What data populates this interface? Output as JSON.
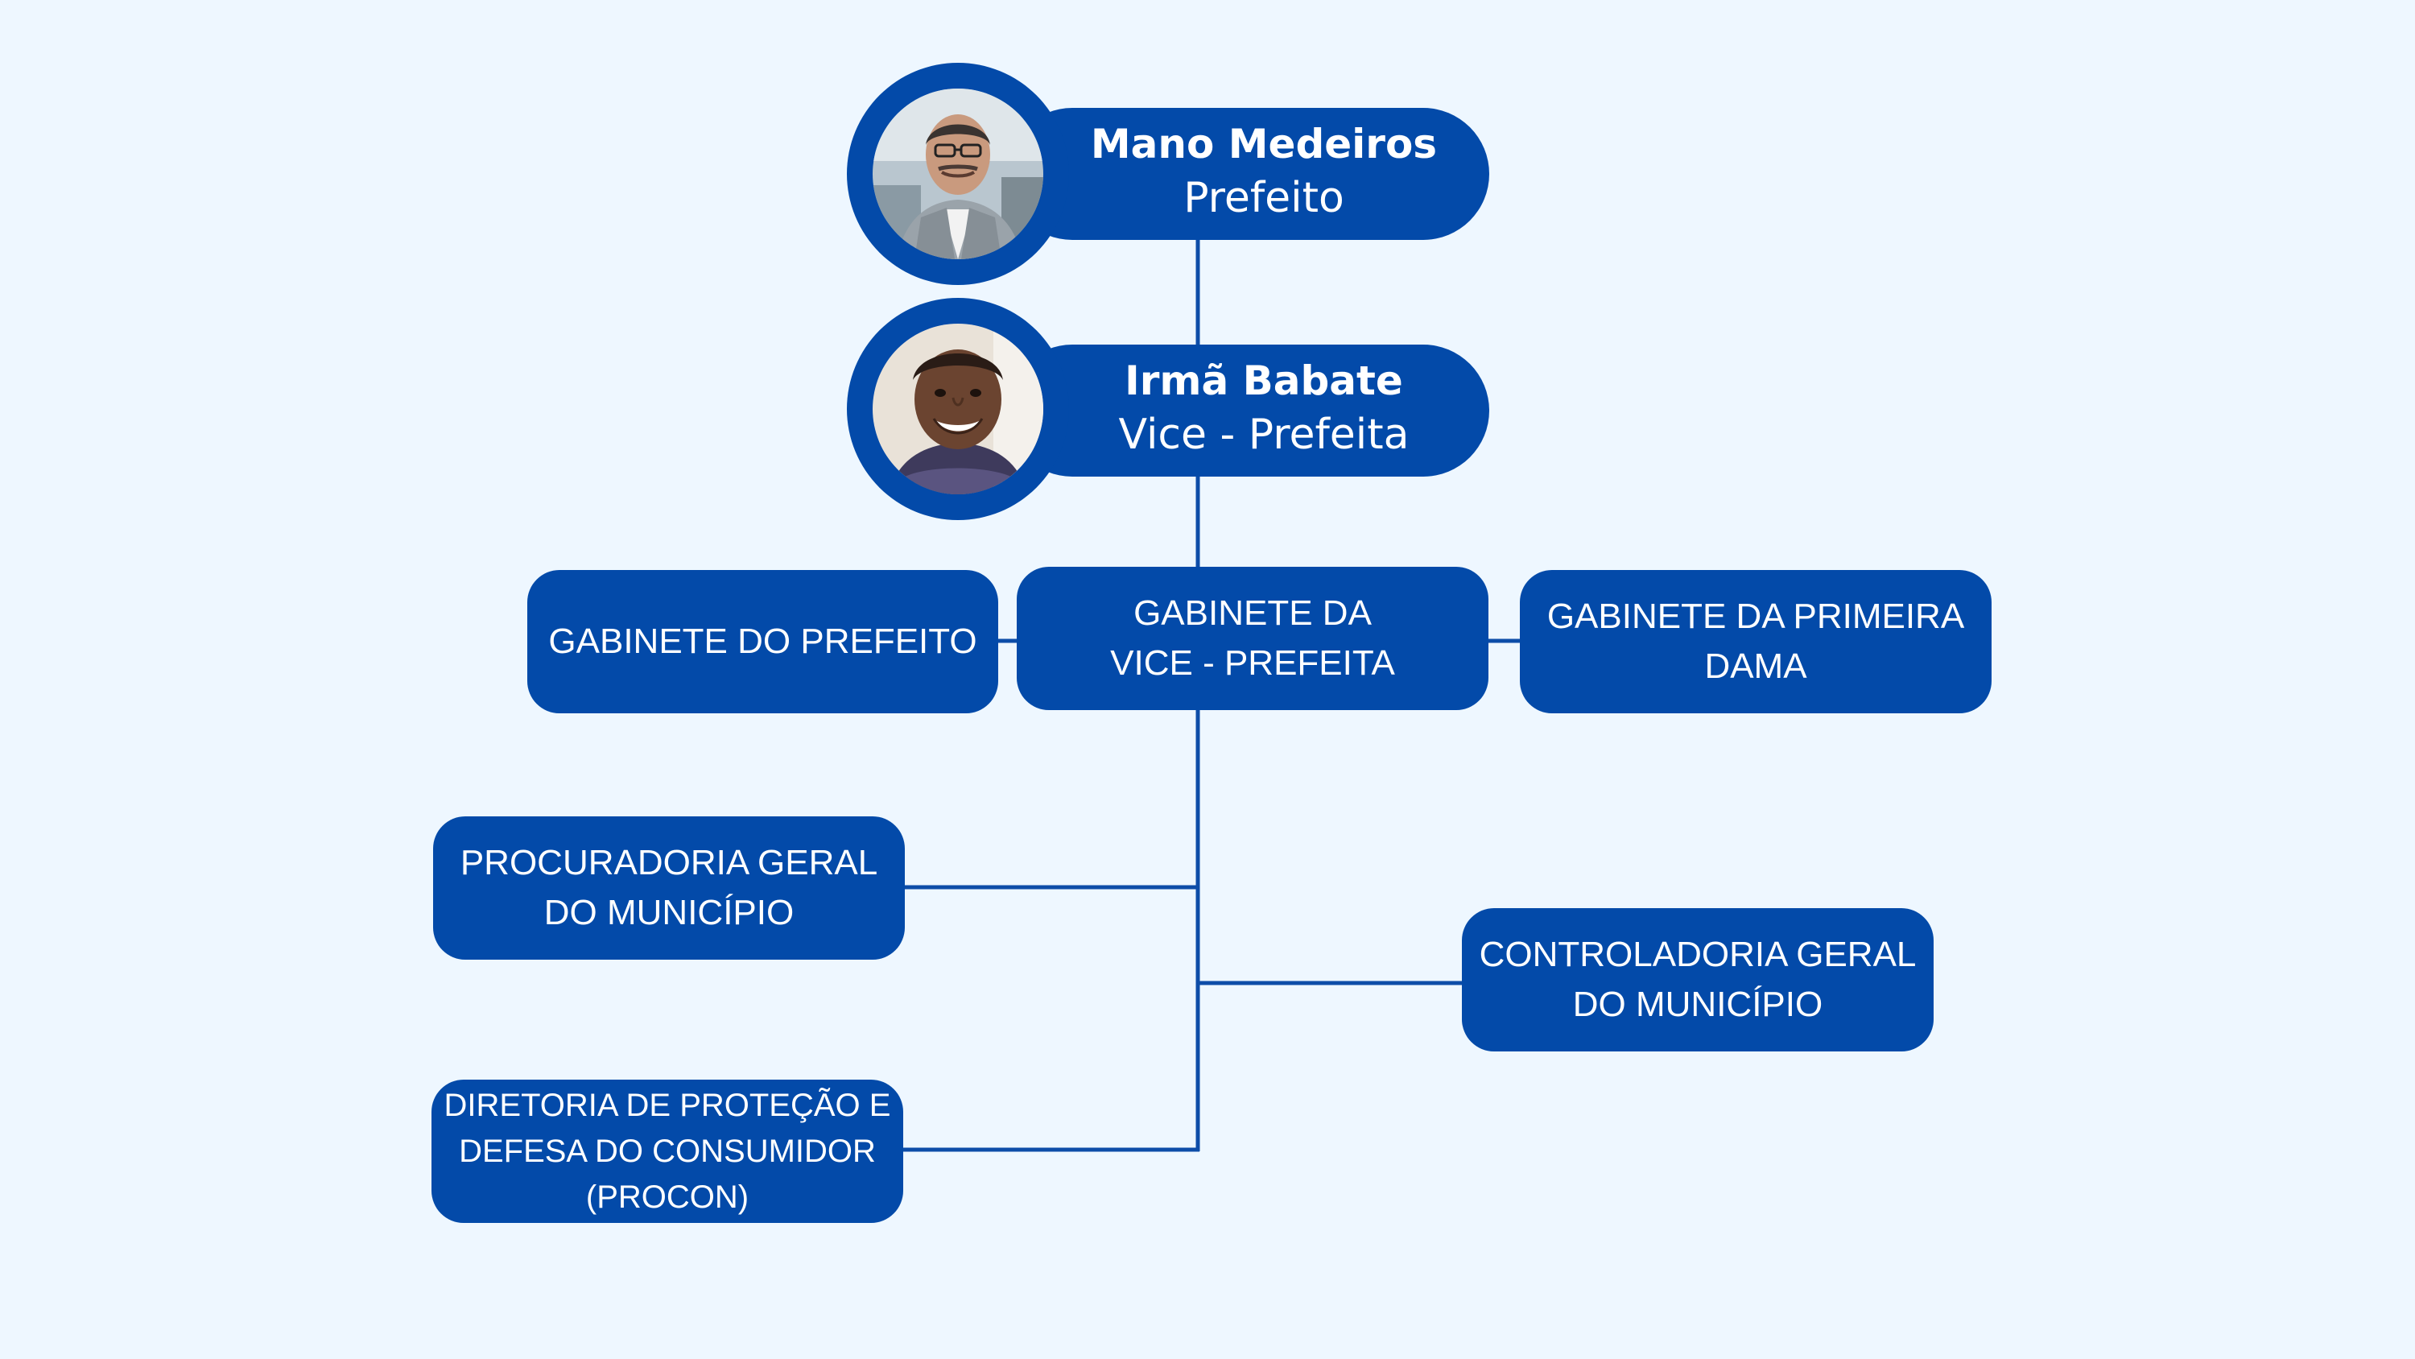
{
  "colors": {
    "background": "#eef7ff",
    "brand_blue": "#034aa9",
    "line_blue": "#0d4da8",
    "text": "#ffffff"
  },
  "leaders": [
    {
      "name": "Mano Medeiros",
      "role": "Prefeito",
      "photo": "portrait-man-glasses"
    },
    {
      "name": "Irmã Babate",
      "role": "Vice - Prefeita",
      "photo": "portrait-smiling-woman"
    }
  ],
  "departments": {
    "gabinete_prefeito": "GABINETE DO PREFEITO",
    "gabinete_vice": "GABINETE DA\nVICE - PREFEITA",
    "gabinete_primeira_dama": "GABINETE DA PRIMEIRA\nDAMA",
    "procuradoria": "PROCURADORIA GERAL\nDO MUNICÍPIO",
    "controladoria": "CONTROLADORIA GERAL\nDO MUNICÍPIO",
    "procon": "DIRETORIA DE PROTEÇÃO E\nDEFESA DO CONSUMIDOR\n(PROCON)"
  }
}
